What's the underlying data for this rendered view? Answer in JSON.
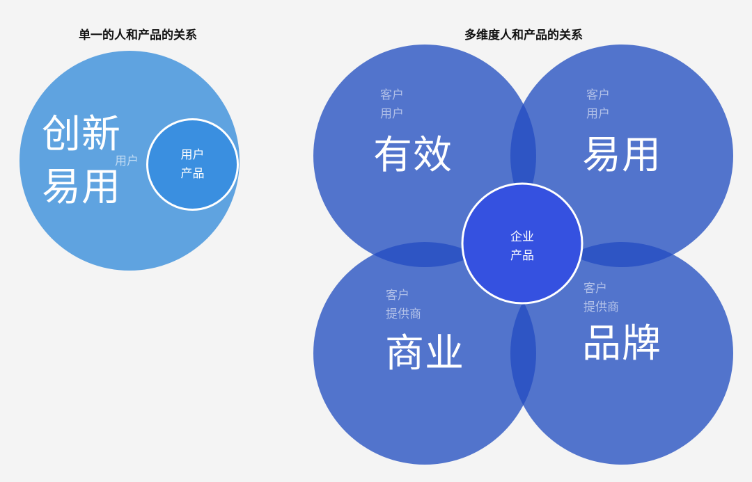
{
  "left": {
    "title": "单一的人和产品的关系",
    "big_line1": "创新",
    "big_line2": "易用",
    "side_label": "用户",
    "inner_line1": "用户",
    "inner_line2": "产品",
    "colors": {
      "outer": "#5fa3e0",
      "inner": "#3a8fe0"
    }
  },
  "right": {
    "title": "多维度人和产品的关系",
    "circles": [
      {
        "sub1": "客户",
        "sub2": "用户",
        "label": "有效"
      },
      {
        "sub1": "客户",
        "sub2": "用户",
        "label": "易用"
      },
      {
        "sub1": "客户",
        "sub2": "提供商",
        "label": "商业"
      },
      {
        "sub1": "客户",
        "sub2": "提供商",
        "label": "品牌"
      }
    ],
    "center_line1": "企业",
    "center_line2": "产品",
    "colors": {
      "circle": "#5274cc",
      "overlap": "#2e55c4",
      "center": "#3551e0"
    }
  }
}
